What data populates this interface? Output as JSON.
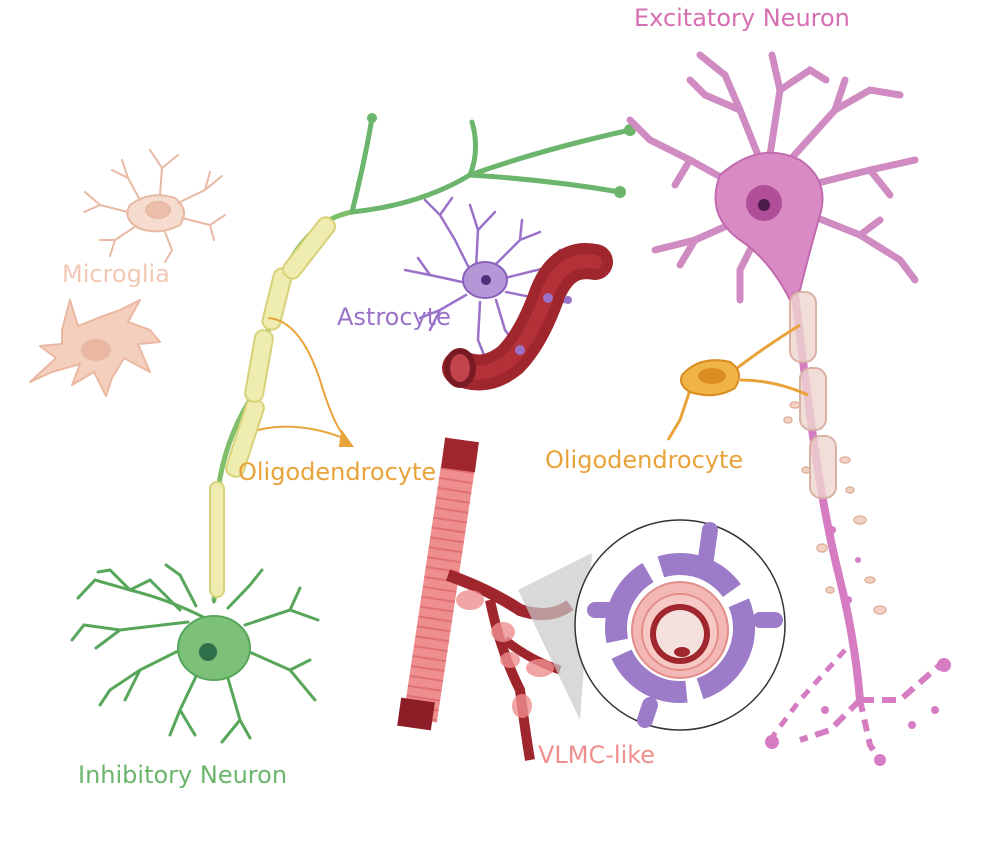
{
  "labels": {
    "excitatory": "Excitatory Neuron",
    "microglia": "Microglia",
    "astrocyte": "Astrocyte",
    "oligo_left": "Oligodendrocyte",
    "oligo_right": "Oligodendrocyte",
    "inhibitory": "Inhibitory Neuron",
    "vlmc": "VLMC-like"
  },
  "colors": {
    "excitatory": "#d66fb0",
    "excitatory_fill": "#d98ac4",
    "microglia": "#f2c8b5",
    "astrocyte": "#9a72c8",
    "oligodendrocyte": "#e8a33a",
    "myelin": "#ecebab",
    "inhibitory": "#6cb56c",
    "vessel": "#a0262e",
    "vlmc": "#ef8e8e"
  }
}
